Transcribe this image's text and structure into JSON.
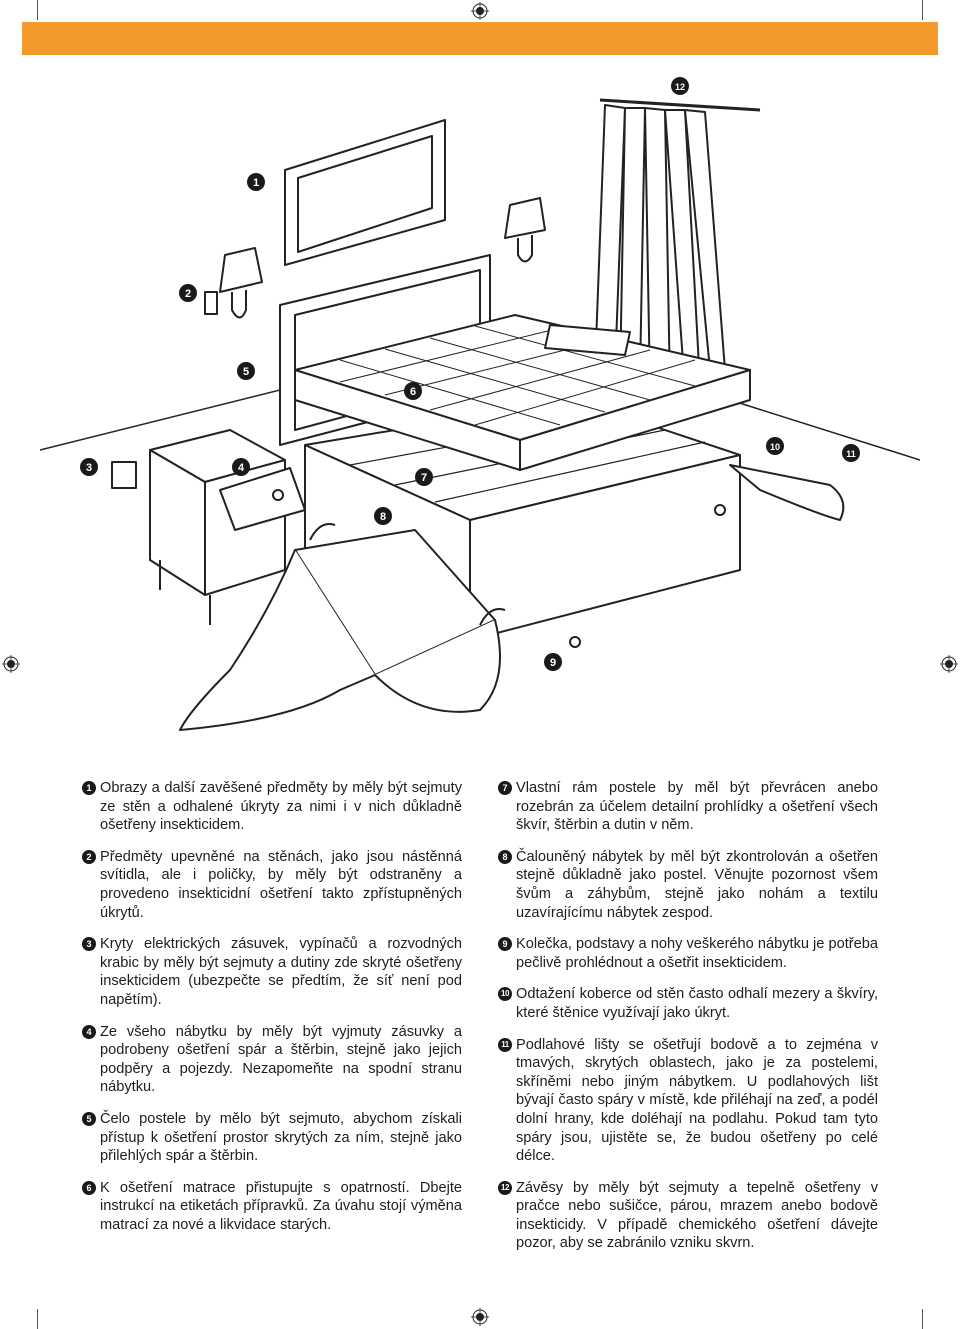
{
  "callouts": [
    "1",
    "2",
    "3",
    "4",
    "5",
    "6",
    "7",
    "8",
    "9",
    "10",
    "11",
    "12"
  ],
  "instructions": [
    {
      "num": "1",
      "text": "Obrazy a další zavěšené předměty by měly být sejmuty ze stěn a odhalené úkryty za nimi i v nich důkladně ošetřeny insekticidem."
    },
    {
      "num": "2",
      "text": "Předměty upevněné na stěnách, jako jsou nástěnná svítidla, ale i poličky, by měly být odstraněny a provedeno insekticidní ošetření takto zpřístupněných úkrytů."
    },
    {
      "num": "3",
      "text": "Kryty elektrických zásuvek, vypínačů a rozvodných krabic by měly být sejmuty a dutiny zde skryté ošetřeny insekticidem (ubezpečte se předtím, že síť není pod napětím)."
    },
    {
      "num": "4",
      "text": "Ze všeho nábytku by měly být vyjmuty zásuvky a podrobeny ošetření spár a štěrbin, stejně jako jejich podpěry a pojezdy. Nezapomeňte na spodní stranu nábytku."
    },
    {
      "num": "5",
      "text": "Čelo postele by mělo být sejmuto, abychom získali přístup k ošetření prostor skrytých za ním, stejně jako přilehlých spár a štěrbin."
    },
    {
      "num": "6",
      "text": "K ošetření matrace přistupujte s opatrností. Dbejte instrukcí na etiketách přípravků. Za úvahu stojí výměna matrací za nové a likvidace starých."
    },
    {
      "num": "7",
      "text": "Vlastní rám postele by měl být převrácen anebo rozebrán za účelem detailní prohlídky a ošetření všech škvír, štěrbin a dutin v něm."
    },
    {
      "num": "8",
      "text": "Čalouněný nábytek by měl být zkontrolován a ošetřen stejně důkladně jako postel. Věnujte pozornost všem švům a záhybům, stejně jako nohám a textilu uzavírajícímu nábytek zespod."
    },
    {
      "num": "9",
      "text": "Kolečka, podstavy a nohy veškerého nábytku je potřeba pečlivě prohlédnout a ošetřit insekticidem."
    },
    {
      "num": "10",
      "text": "Odtažení koberce od stěn často odhalí mezery a škvíry, které štěnice využívají jako úkryt."
    },
    {
      "num": "11",
      "text": "Podlahové lišty se ošetřují bodově a to zejména v tmavých, skrytých oblastech, jako je za postelemi, skříněmi nebo jiným nábytkem. U podlahových lišt bývají často spáry v místě, kde přiléhají na zeď, a podél dolní hrany, kde doléhají na podlahu. Pokud tam tyto spáry jsou, ujistěte se, že budou ošetřeny po celé délce."
    },
    {
      "num": "12",
      "text": "Závěsy by měly být sejmuty a tepelně ošetřeny v pračce nebo sušičce, párou, mrazem anebo bodově insekticidy. V případě chemického ošetření dávejte pozor, aby se zabránilo vzniku skvrn."
    }
  ],
  "colors": {
    "accent": "#f39a2c",
    "ink": "#1a1a1a"
  }
}
